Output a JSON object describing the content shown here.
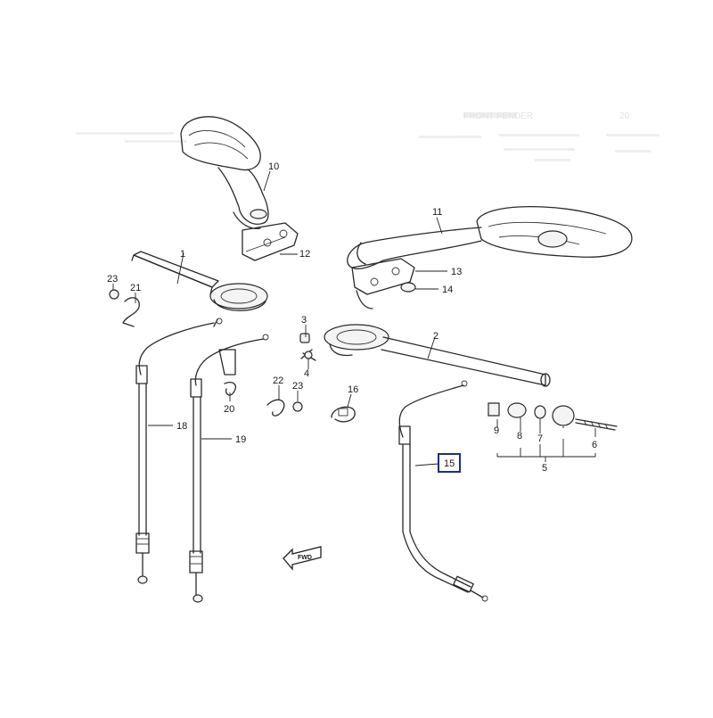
{
  "ghost_header": {
    "title": "FRONT FENDER",
    "number": "20"
  },
  "callouts": [
    {
      "id": "c1",
      "label": "1"
    },
    {
      "id": "c2",
      "label": "2"
    },
    {
      "id": "c3",
      "label": "3"
    },
    {
      "id": "c4",
      "label": "4"
    },
    {
      "id": "c5",
      "label": "5"
    },
    {
      "id": "c6",
      "label": "6"
    },
    {
      "id": "c7",
      "label": "7"
    },
    {
      "id": "c8",
      "label": "8"
    },
    {
      "id": "c9",
      "label": "9"
    },
    {
      "id": "c10",
      "label": "10"
    },
    {
      "id": "c11",
      "label": "11"
    },
    {
      "id": "c12",
      "label": "12"
    },
    {
      "id": "c13",
      "label": "13"
    },
    {
      "id": "c14",
      "label": "14"
    },
    {
      "id": "c15",
      "label": "15"
    },
    {
      "id": "c16",
      "label": "16"
    },
    {
      "id": "c18",
      "label": "18"
    },
    {
      "id": "c19",
      "label": "19"
    },
    {
      "id": "c20",
      "label": "20"
    },
    {
      "id": "c21",
      "label": "21"
    },
    {
      "id": "c22",
      "label": "22"
    },
    {
      "id": "c23a",
      "label": "23"
    },
    {
      "id": "c23b",
      "label": "23"
    }
  ],
  "fwd_label": "FWD",
  "highlight": {
    "label": "15",
    "color": "#1a2e8c"
  }
}
